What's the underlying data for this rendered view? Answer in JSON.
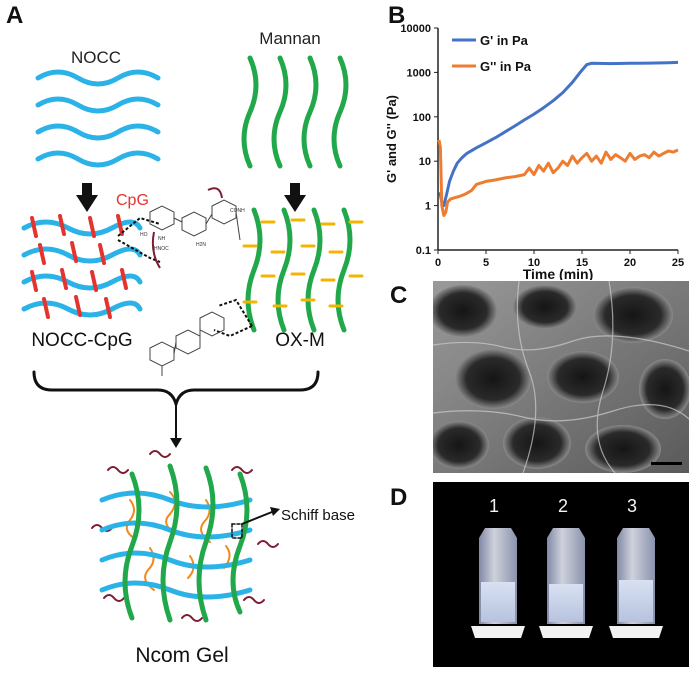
{
  "panels": {
    "a": "A",
    "b": "B",
    "c": "C",
    "d": "D"
  },
  "schematic": {
    "nocc": "NOCC",
    "mannan": "Mannan",
    "cpg": "CpG",
    "nocc_cpg": "NOCC-CpG",
    "ox_m": "OX-M",
    "schiff_base": "Schiff base",
    "ncom_gel": "Ncom Gel",
    "colors": {
      "nocc": "#2bb3e8",
      "mannan": "#21a84a",
      "cpg": "#e3342f",
      "aldehyde": "#f5b400",
      "crosslink": "#f08a1c",
      "dna": "#7d1d33"
    },
    "structure_labels": {
      "conh": "CONH",
      "nh": "NH",
      "hnoc": "HNOC",
      "ho": "HO",
      "h2n": "H2N"
    }
  },
  "chart_data": {
    "type": "line",
    "title": "",
    "xlabel": "Time (min)",
    "ylabel": "G' and G'' (Pa)",
    "xlim": [
      0,
      25
    ],
    "ylim": [
      0.1,
      10000
    ],
    "yscale": "log",
    "x_ticks": [
      "0",
      "5",
      "10",
      "15",
      "20",
      "25"
    ],
    "y_ticks": [
      "0.1",
      "1",
      "10",
      "100",
      "1000",
      "10000"
    ],
    "legend_position": "top-left",
    "series": [
      {
        "name": "G'  in Pa",
        "color": "#4472c4",
        "x": [
          0.2,
          0.4,
          0.6,
          0.9,
          1.2,
          1.6,
          2,
          2.5,
          3,
          4,
          5,
          6,
          7,
          8,
          9,
          10,
          11,
          12,
          13,
          14,
          14.8,
          15.5,
          16,
          18,
          20,
          22,
          24,
          25
        ],
        "y": [
          2,
          1.2,
          1,
          1.8,
          3.5,
          6,
          9,
          12,
          15,
          20,
          26,
          34,
          46,
          62,
          85,
          115,
          160,
          230,
          350,
          600,
          1000,
          1500,
          1600,
          1580,
          1600,
          1620,
          1650,
          1680
        ]
      },
      {
        "name": "G''  in Pa",
        "color": "#ed7d31",
        "x": [
          0.1,
          0.25,
          0.4,
          0.6,
          0.8,
          1,
          1.3,
          1.7,
          2.2,
          2.8,
          3.5,
          4,
          5,
          6,
          7,
          8,
          9,
          9.5,
          10,
          10.5,
          11,
          11.5,
          12,
          12.5,
          13,
          13.5,
          14,
          14.5,
          15,
          15.5,
          16,
          16.5,
          17,
          17.5,
          18,
          18.5,
          19,
          19.5,
          20,
          20.5,
          21,
          21.5,
          22,
          22.5,
          23,
          23.5,
          24,
          24.5,
          25
        ],
        "y": [
          30,
          20,
          1,
          0.6,
          0.7,
          1.2,
          1.4,
          1.5,
          1.6,
          1.8,
          2.2,
          3,
          3.5,
          3.8,
          4.2,
          4.5,
          5,
          7,
          5,
          8,
          6,
          9,
          5.5,
          7,
          10,
          8,
          13,
          9,
          12,
          15,
          10,
          13,
          9,
          16,
          11,
          14,
          12,
          10,
          15,
          11,
          13,
          14,
          12,
          16,
          13,
          15,
          17,
          16,
          18
        ]
      }
    ]
  },
  "photo": {
    "tube_labels": [
      "1",
      "2",
      "3"
    ]
  }
}
